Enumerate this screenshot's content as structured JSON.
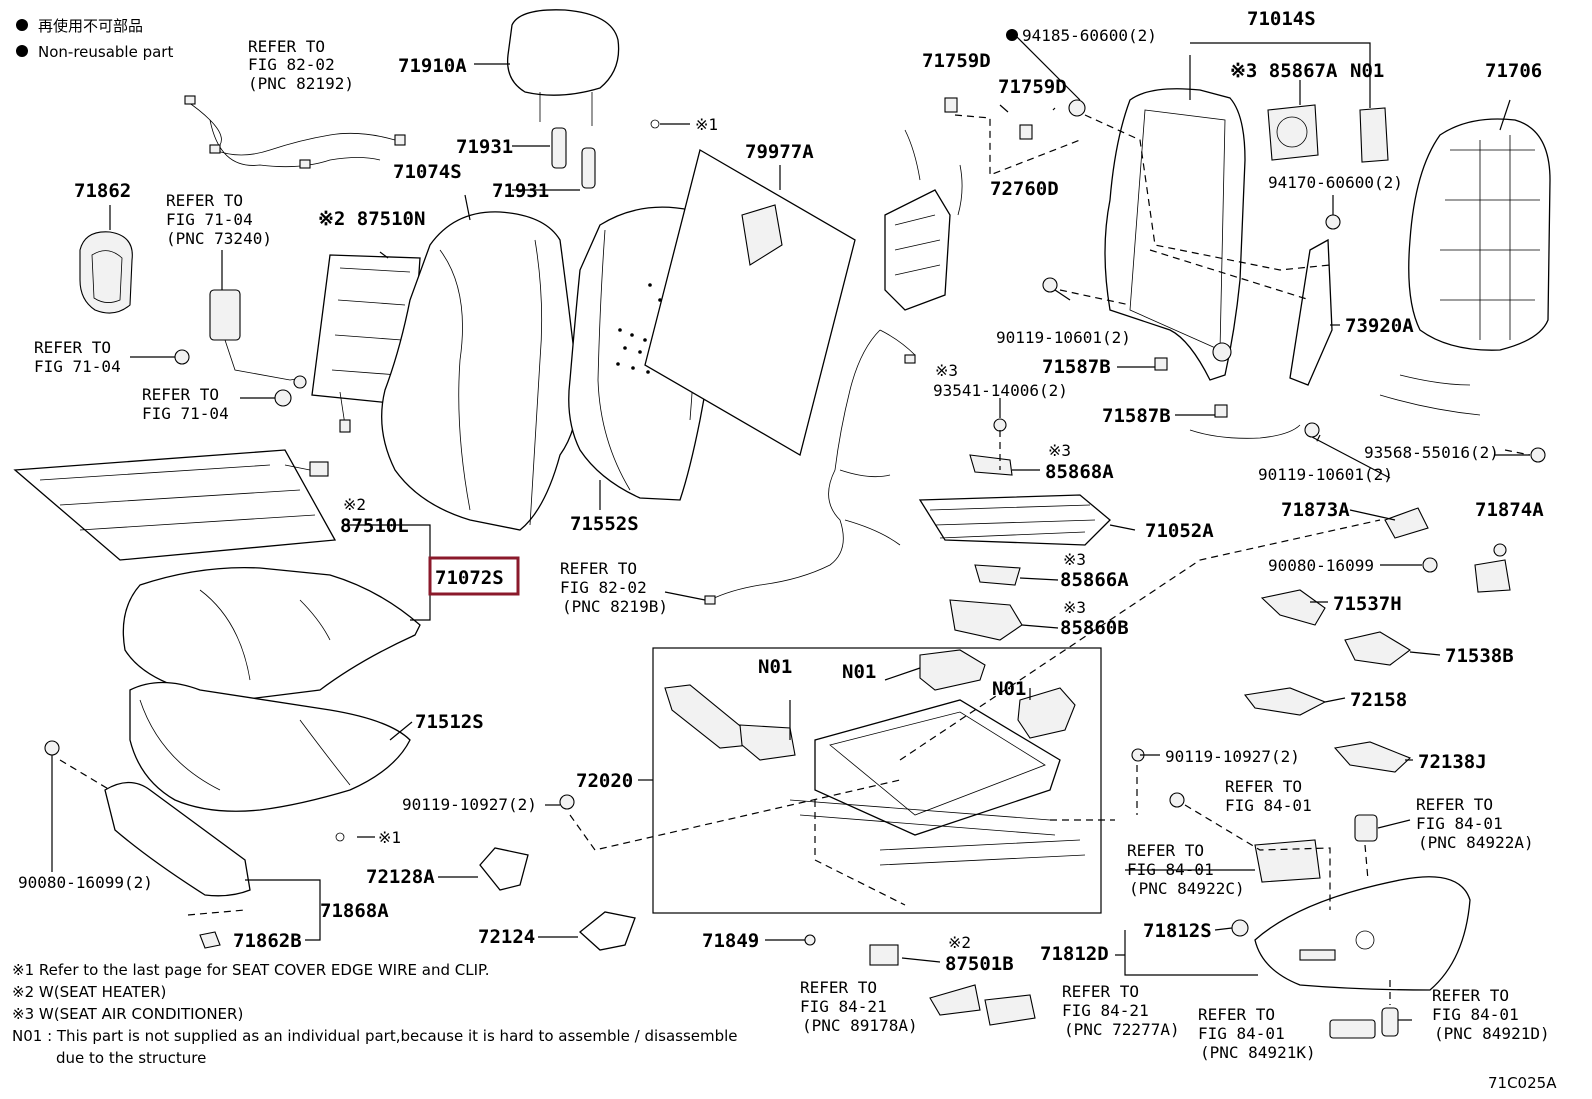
{
  "legend": {
    "non_reusable_jp": "再使用不可部品",
    "non_reusable_en": "Non-reusable part",
    "note1": "※1  Refer to the last page for SEAT COVER EDGE WIRE and CLIP.",
    "note2": "※2  W(SEAT HEATER)",
    "note3": "※3  W(SEAT AIR CONDITIONER)",
    "note_n01_a": "N01 : This part is not supplied as an individual part,because it is hard to assemble / disassemble",
    "note_n01_b": "due to the structure"
  },
  "figure_code": "71C025A",
  "highlighted_part": "71072S",
  "parts": {
    "p71910A": "71910A",
    "p71931a": "71931",
    "p71931b": "71931",
    "p71074S": "71074S",
    "p87510N": "※2 87510N",
    "p71862": "71862",
    "p79977A": "79977A",
    "p71552S": "71552S",
    "p87510L_mark": "※2",
    "p87510L": "87510L",
    "p71072S": "71072S",
    "p71512S": "71512S",
    "p90080a": "90080-16099(2)",
    "p71868A": "71868A",
    "p71862B": "71862B",
    "p72128A": "72128A",
    "p72124": "72124",
    "p71849": "71849",
    "p72020": "72020",
    "p90119_10927a": "90119-10927(2)",
    "p71759D_a": "71759D",
    "p71759D_b": "71759D",
    "p94185": "94185-60600(2)",
    "p72760D": "72760D",
    "p71014S": "71014S",
    "p85867A": "※3 85867A",
    "pN01_top": "N01",
    "p71706": "71706",
    "p94170": "94170-60600(2)",
    "p90119_10601a": "90119-10601(2)",
    "p73920A": "73920A",
    "p71587B_a": "71587B",
    "p71587B_b": "71587B",
    "p93541_mark": "※3",
    "p93541": "93541-14006(2)",
    "p85868A_mark": "※3",
    "p85868A": "85868A",
    "p90119_10601b": "90119-10601(2)",
    "p93568": "93568-55016(2)",
    "p71052A": "71052A",
    "p85866A_mark": "※3",
    "p85866A": "85866A",
    "p85860B_mark": "※3",
    "p85860B": "85860B",
    "p71873A": "71873A",
    "p71874A": "71874A",
    "p90080b": "90080-16099",
    "p71537H": "71537H",
    "p71538B": "71538B",
    "p72158": "72158",
    "p90119_10927b": "90119-10927(2)",
    "p72138J": "72138J",
    "pN01_a": "N01",
    "pN01_b": "N01",
    "pN01_c": "N01",
    "p87501B_mark": "※2",
    "p87501B": "87501B",
    "p71812S": "71812S",
    "p71812D": "71812D",
    "x1_a": "※1",
    "x1_b": "※1"
  },
  "refs": {
    "r82192": [
      "REFER TO",
      "FIG 82-02",
      "(PNC 82192)"
    ],
    "r73240": [
      "REFER TO",
      "FIG 71-04",
      "(PNC 73240)"
    ],
    "r7104a": [
      "REFER TO",
      "FIG 71-04"
    ],
    "r7104b": [
      "REFER TO",
      "FIG 71-04"
    ],
    "r8219B": [
      "REFER TO",
      "FIG 82-02",
      "(PNC 8219B)"
    ],
    "r8401a": [
      "REFER TO",
      "FIG 84-01"
    ],
    "r84922C": [
      "REFER TO",
      "FIG 84-01",
      "(PNC 84922C)"
    ],
    "r84922A": [
      "REFER TO",
      "FIG 84-01",
      "(PNC 84922A)"
    ],
    "r89178A": [
      "REFER TO",
      "FIG 84-21",
      "(PNC 89178A)"
    ],
    "r72277A": [
      "REFER TO",
      "FIG 84-21",
      "(PNC 72277A)"
    ],
    "r84921K": [
      "REFER TO",
      "FIG 84-01",
      "(PNC 84921K)"
    ],
    "r84921D": [
      "REFER TO",
      "FIG 84-01",
      "(PNC 84921D)"
    ]
  }
}
